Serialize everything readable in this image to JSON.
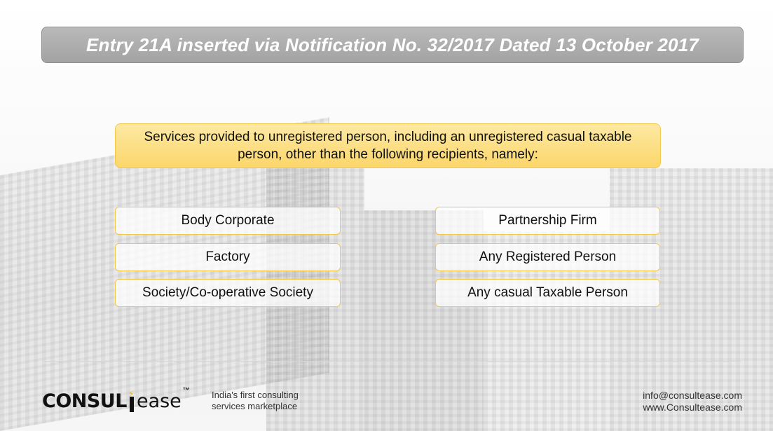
{
  "header": {
    "title": "Entry 21A inserted via Notification No. 32/2017 Dated 13 October 2017"
  },
  "intro": {
    "line1": "Services provided to unregistered person, including an unregistered casual taxable",
    "line2": "person, other than the following recipients, namely:"
  },
  "recipients": {
    "left": [
      "Body Corporate",
      "Factory",
      "Society/Co-operative Society"
    ],
    "right": [
      "Partnership Firm",
      "Any Registered Person",
      "Any casual Taxable Person"
    ]
  },
  "footer": {
    "logo": {
      "part1": "CONSUL",
      "part2": "ease",
      "tm": "™"
    },
    "tagline_line1": "India's first consulting",
    "tagline_line2": "services marketplace",
    "email": "info@consultease.com",
    "website": "www.Consultease.com"
  },
  "colors": {
    "title_bar": "#a9a9a9",
    "highlight": "#fbd66a",
    "border": "#f1c84a",
    "logo_accent": "#f2b705"
  },
  "icons": {
    "logo_mark": "lightning-bolt-icon"
  }
}
